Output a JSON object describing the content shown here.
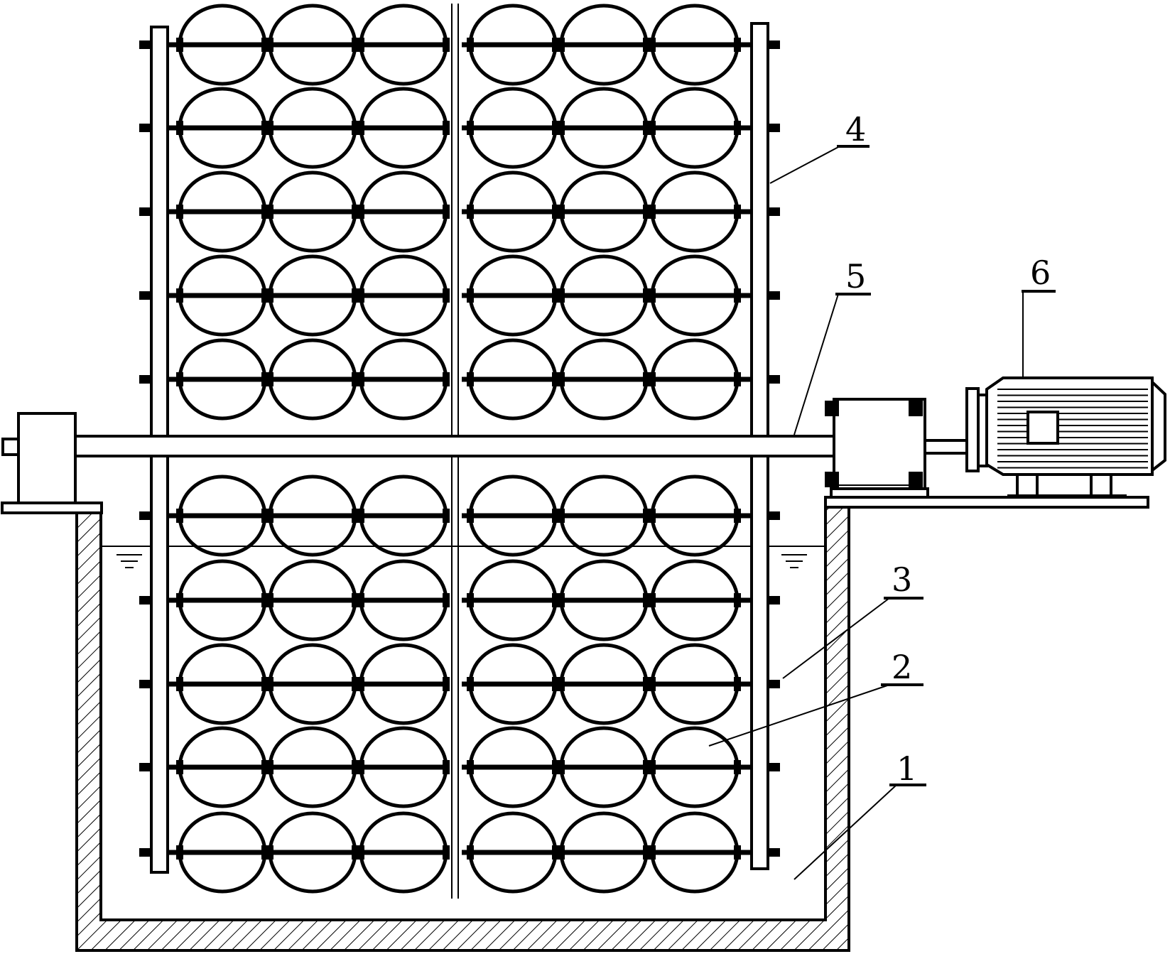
{
  "diagram": {
    "callouts": [
      {
        "id": "tank",
        "label": "1"
      },
      {
        "id": "disc",
        "label": "2"
      },
      {
        "id": "frame",
        "label": "3"
      },
      {
        "id": "rack",
        "label": "4"
      },
      {
        "id": "shaft",
        "label": "5"
      },
      {
        "id": "motor",
        "label": "6"
      }
    ],
    "rotor": {
      "upper_rows": 5,
      "lower_rows": 5,
      "discs_per_side": 3
    },
    "colors": {
      "line": "#000000",
      "background": "#ffffff"
    }
  }
}
